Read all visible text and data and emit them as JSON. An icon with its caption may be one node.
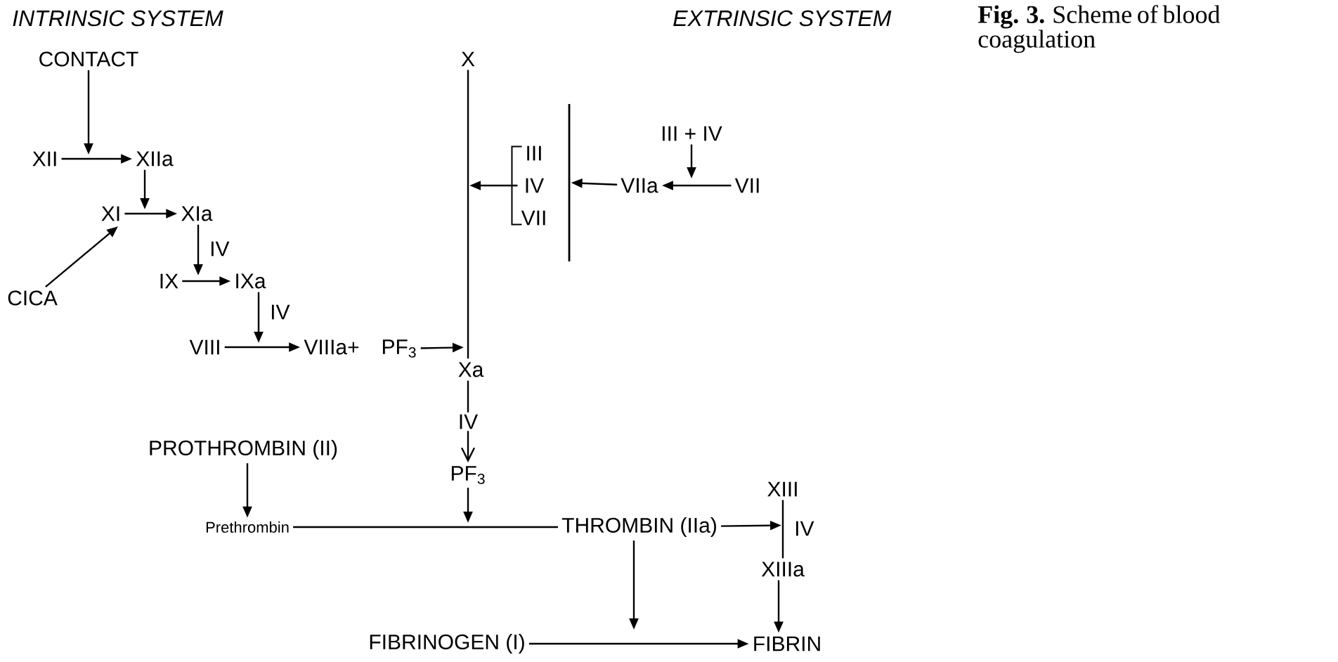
{
  "diagram": {
    "caption": "**Fig. 3.** Scheme of blood coagulation",
    "nodes": [
      {
        "text": [
          "CONTACT"
        ]
      },
      {
        "text": [
          "XII"
        ]
      },
      {
        "text": [
          "XIIa"
        ]
      },
      {
        "text": [
          "XI"
        ]
      },
      {
        "text": [
          "XIa"
        ]
      },
      {
        "text": [
          "CICA"
        ]
      },
      {
        "text": [
          "IX"
        ]
      },
      {
        "text": [
          "IXa"
        ]
      },
      {
        "text": [
          "VIII"
        ]
      },
      {
        "text": [
          "VIIIa+"
        ]
      },
      {
        "text": [
          "PF$_{3}$"
        ]
      },
      {
        "text": [
          "X"
        ]
      },
      {
        "text": [
          "Xa"
        ]
      },
      {
        "text": [
          "III",
          "IV",
          "VII"
        ]
      },
      {
        "text": [
          "VIIa"
        ]
      },
      {
        "text": [
          "III + IV"
        ]
      },
      {
        "text": [
          "VII"
        ]
      },
      {
        "text": [],
        "shape": "bar"
      },
      {
        "text": [
          "PF$_{3}$"
        ]
      },
      {
        "text": [
          "PROTHROMBIN (II)"
        ]
      },
      {
        "text": [
          "Prethrombin"
        ]
      },
      {
        "text": [
          "THROMBIN (IIa)"
        ]
      },
      {
        "text": [
          "XIII"
        ]
      },
      {
        "text": [
          "XIIIa"
        ]
      },
      {
        "text": [
          "FIBRINOGEN (I)"
        ]
      },
      {
        "text": [
          "FIBRIN"
        ]
      }
    ],
    "edges": [
      {
        "from": 0,
        "to": 1,
        "arrow": "to"
      },
      {
        "from": 1,
        "to": 2,
        "arrow": "to"
      },
      {
        "from": 2,
        "to": 3,
        "arrow": "to"
      },
      {
        "from": 3,
        "to": 4,
        "arrow": "to"
      },
      {
        "from": 5,
        "to": 3,
        "arrow": "to"
      },
      {
        "from": 4,
        "to": 6,
        "arrow": "to",
        "label": "IV"
      },
      {
        "from": 6,
        "to": 7,
        "arrow": "to"
      },
      {
        "from": 7,
        "to": null,
        "arrow": "to",
        "label": "IV"
      },
      {
        "from": 8,
        "to": 9,
        "arrow": "to"
      },
      {
        "from": 10,
        "to": 12,
        "arrow": "to"
      },
      {
        "from": 11,
        "to": 12,
        "arrow": "none"
      },
      {
        "from": 12,
        "to": 18,
        "arrow": "to",
        "label": "IV"
      },
      {
        "from": 13,
        "to": null,
        "arrow": "to"
      },
      {
        "from": 14,
        "to": 17,
        "arrow": "to"
      },
      {
        "from": 16,
        "to": 14,
        "arrow": "to"
      },
      {
        "from": 15,
        "to": null,
        "arrow": "to"
      },
      {
        "from": 19,
        "to": 20,
        "arrow": "to"
      },
      {
        "from": 20,
        "to": 21,
        "arrow": "none"
      },
      {
        "from": 18,
        "to": null,
        "arrow": "to"
      },
      {
        "from": 21,
        "to": 22,
        "arrow": "to"
      },
      {
        "from": 22,
        "to": 23,
        "arrow": "none",
        "label": "IV"
      },
      {
        "from": 23,
        "to": 25,
        "arrow": "to"
      },
      {
        "from": 21,
        "to": null,
        "arrow": "to"
      },
      {
        "from": 24,
        "to": 25,
        "arrow": "to"
      }
    ],
    "labels": [
      "INTRINSIC SYSTEM",
      "EXTRINSIC SYSTEM"
    ]
  }
}
